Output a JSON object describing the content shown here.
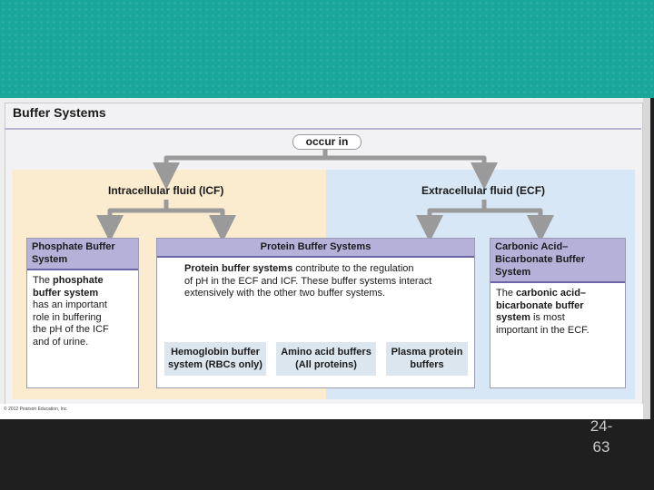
{
  "figure": {
    "title": "Buffer Systems",
    "connector": "occur in",
    "regions": {
      "icf": "Intracellular fluid (ICF)",
      "ecf": "Extracellular fluid (ECF)"
    },
    "phosphate": {
      "title_line1": "Phosphate Buffer",
      "title_line2": "System",
      "body_lines": [
        {
          "text": "The ",
          "bold": "phosphate"
        },
        {
          "text": "",
          "bold": "buffer system"
        },
        {
          "text": "has an important",
          "bold": ""
        },
        {
          "text": "role in buffering",
          "bold": ""
        },
        {
          "text": "the pH of the ICF",
          "bold": ""
        },
        {
          "text": "and of urine.",
          "bold": ""
        }
      ]
    },
    "protein": {
      "title": "Protein Buffer Systems",
      "bold_lead": "Protein buffer systems",
      "line1_rest": " contribute to the regulation",
      "line2": "of pH in the ECF and ICF. These buffer systems interact",
      "line3": "extensively with the other two buffer systems.",
      "subtypes": [
        {
          "line1": "Hemoglobin buffer",
          "line2": "system (RBCs only)"
        },
        {
          "line1": "Amino acid buffers",
          "line2": "(All proteins)"
        },
        {
          "line1": "Plasma protein",
          "line2": "buffers"
        }
      ]
    },
    "carbonic": {
      "title_line1": "Carbonic Acid–",
      "title_line2": "Bicarbonate Buffer",
      "title_line3": "System",
      "body_line1_pre": "The ",
      "body_line1_bold": "carbonic acid–",
      "body_line2_bold": "bicarbonate buffer",
      "body_line3_bold": "system",
      "body_line3_rest": " is most",
      "body_line4": "important in the ECF."
    },
    "copyright": "© 2012 Pearson Education, Inc."
  },
  "slide": {
    "page_number_line1": "24-",
    "page_number_line2": "63"
  },
  "colors": {
    "top_band": "#1aa79b",
    "box_header": "#b5b1d9",
    "icf_region": "#fbecd0",
    "ecf_region": "#d8e7f5",
    "arrow": "#9a9a9a"
  }
}
